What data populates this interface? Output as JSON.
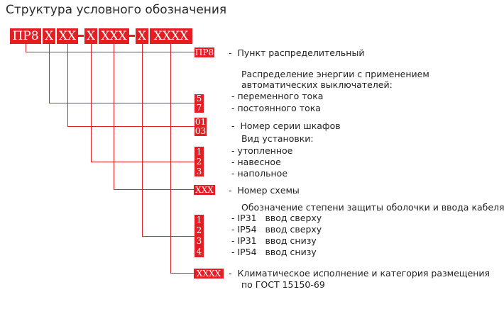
{
  "title": "Структура условного обозначения",
  "code": {
    "seg1": "ПР8",
    "seg2": "X",
    "seg3": "XX",
    "seg4": "X",
    "seg5": "XXX",
    "seg6": "X",
    "seg7": "XXXX"
  },
  "legend": {
    "punkt": {
      "tag": "ПР8",
      "text": "Пункт распределительный"
    },
    "energy": {
      "heading1": "Распределение энергии с применением",
      "heading2": "автоматических выключателей:",
      "items": [
        {
          "tag": "5",
          "text": "переменного тока"
        },
        {
          "tag": "7",
          "text": "постоянного тока"
        }
      ]
    },
    "series": {
      "tag1": "01",
      "tag2": "03",
      "text": "Номер серии шкафов"
    },
    "install": {
      "heading": "Вид установки:",
      "items": [
        {
          "tag": "1",
          "text": "утопленное"
        },
        {
          "tag": "2",
          "text": "навесное"
        },
        {
          "tag": "3",
          "text": "напольное"
        }
      ]
    },
    "scheme": {
      "tag": "XXX",
      "text": "Номер схемы"
    },
    "protection": {
      "heading": "Обозначение степени защиты оболочки и ввода кабеля:",
      "items": [
        {
          "tag": "1",
          "ip": "IP31",
          "text": "ввод сверху"
        },
        {
          "tag": "2",
          "ip": "IP54",
          "text": "ввод сверху"
        },
        {
          "tag": "3",
          "ip": "IP31",
          "text": "ввод снизу"
        },
        {
          "tag": "4",
          "ip": "IP54",
          "text": "ввод снизу"
        }
      ]
    },
    "climate": {
      "tag": "XXXX",
      "text1": "Климатическое исполнение и категория размещения",
      "text2": "по ГОСТ 15150-69"
    }
  },
  "colors": {
    "accent": "#e31e24"
  }
}
